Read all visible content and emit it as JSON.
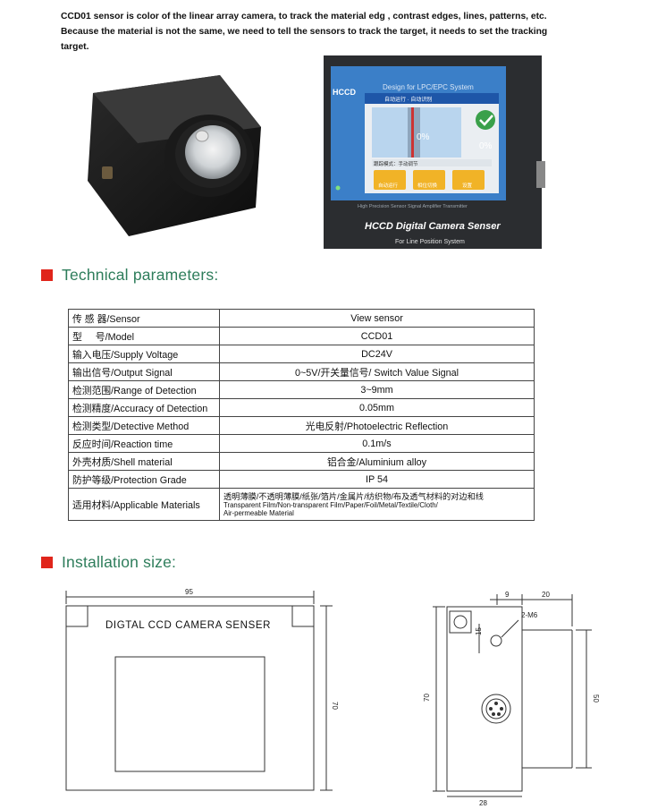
{
  "intro": {
    "line1": "CCD01 sensor is color of the linear array camera, to track the material edg , contrast edges, lines, patterns, etc.",
    "line2": "Because the material is not the same, we need to tell the sensors to track the target, it needs to set the tracking",
    "line3": "target."
  },
  "device_photo": {
    "brand": "HCCD",
    "design_for": "Design for LPC/EPC System",
    "screen_top": "自动运行 · 自动识别",
    "screen_pct_left": "0%",
    "screen_pct_right": "0%",
    "screen_hint": "跟踪模式：手动调节",
    "btn1": "自动运行",
    "btn2": "相位切换",
    "btn3": "设置",
    "tagline": "High Precision Sensor Signal Amplifier Transmitter",
    "name": "HCCD Digital Camera Senser",
    "sub": "For Line Position System"
  },
  "technical": {
    "title": "Technical parameters:",
    "rows": [
      {
        "key": "传 感 器/Sensor",
        "value": "View sensor"
      },
      {
        "key": "型     号/Model",
        "value": "CCD01"
      },
      {
        "key": "输入电压/Supply Voltage",
        "value": "DC24V"
      },
      {
        "key": "输出信号/Output Signal",
        "value": "0~5V/开关量信号/ Switch Value Signal"
      },
      {
        "key": "检测范围/Range of Detection",
        "value": "3~9mm"
      },
      {
        "key": "检测精度/Accuracy of Detection",
        "value": "0.05mm"
      },
      {
        "key": "检测类型/Detective Method",
        "value": "光电反射/Photoelectric Reflection"
      },
      {
        "key": "反应时间/Reaction time",
        "value": "0.1m/s"
      },
      {
        "key": "外壳材质/Shell material",
        "value": "铝合金/Aluminium alloy"
      },
      {
        "key": "防护等级/Protection Grade",
        "value": "IP 54"
      }
    ],
    "materials_key": "适用材料/Applicable Materials",
    "materials_cn": "透明薄膜/不透明薄膜/纸张/箔片/金属片/纺织物/布及透气材料的对边和线",
    "materials_en1": "Transparent Film/Non-transparent Film/Paper/Foil/Metal/Textile/Cloth/",
    "materials_en2": "Air-permeable Material"
  },
  "installation": {
    "title": "Installation size:",
    "front_label": "DIGTAL CCD CAMERA SENSER",
    "dim_width": "95",
    "dim_height_front": "70",
    "dim_9": "9",
    "dim_20": "20",
    "dim_2m6": "2-M6",
    "dim_15": "15",
    "dim_height_side": "70",
    "dim_50": "50",
    "dim_28": "28"
  }
}
